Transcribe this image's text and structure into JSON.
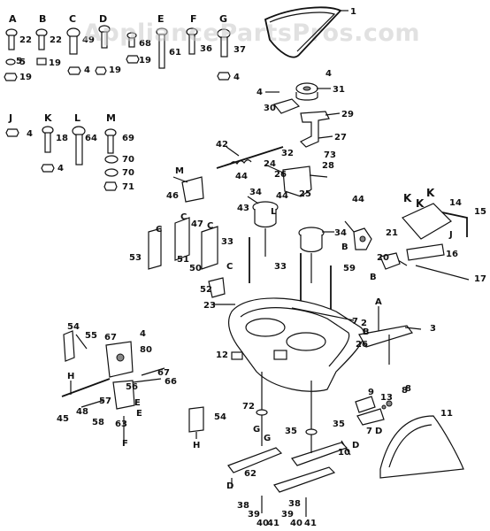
{
  "watermark": "AppliancePartsPros.com",
  "hardware_groups": [
    {
      "letter": "A",
      "parts": [
        "22",
        "5",
        "19"
      ]
    },
    {
      "letter": "B",
      "parts": [
        "22",
        "19"
      ]
    },
    {
      "letter": "C",
      "parts": [
        "49",
        "4",
        "19"
      ]
    },
    {
      "letter": "D",
      "parts": [
        "68",
        "19"
      ]
    },
    {
      "letter": "E",
      "parts": [
        "61"
      ]
    },
    {
      "letter": "F",
      "parts": [
        "36"
      ]
    },
    {
      "letter": "G",
      "parts": [
        "37",
        "4"
      ]
    },
    {
      "letter": "J",
      "parts": [
        "4"
      ]
    },
    {
      "letter": "K",
      "parts": [
        "18",
        "4"
      ]
    },
    {
      "letter": "L",
      "parts": [
        "64"
      ]
    },
    {
      "letter": "M",
      "parts": [
        "69",
        "70",
        "70",
        "71"
      ]
    }
  ],
  "callouts": [
    "1",
    "4",
    "4",
    "31",
    "30",
    "29",
    "27",
    "42",
    "32",
    "73",
    "28",
    "24",
    "26",
    "25",
    "44",
    "44",
    "34",
    "43",
    "L",
    "46",
    "M",
    "47",
    "44",
    "34",
    "21",
    "15",
    "14",
    "K",
    "K",
    "K",
    "J",
    "16",
    "20",
    "17",
    "53",
    "51",
    "50",
    "33",
    "33",
    "59",
    "52",
    "23",
    "7",
    "3",
    "A",
    "B",
    "54",
    "55",
    "67",
    "4",
    "80",
    "12",
    "26",
    "2",
    "66",
    "67",
    "57",
    "58",
    "45",
    "48",
    "56",
    "63",
    "F",
    "H",
    "72",
    "G",
    "G",
    "35",
    "35",
    "8",
    "9",
    "13",
    "11",
    "10",
    "7",
    "D",
    "D",
    "54",
    "H",
    "62",
    "D",
    "38",
    "39",
    "40",
    "41",
    "38",
    "39",
    "40",
    "41",
    "C",
    "C",
    "C",
    "B",
    "B",
    "E",
    "E",
    "C",
    "8",
    "5"
  ]
}
